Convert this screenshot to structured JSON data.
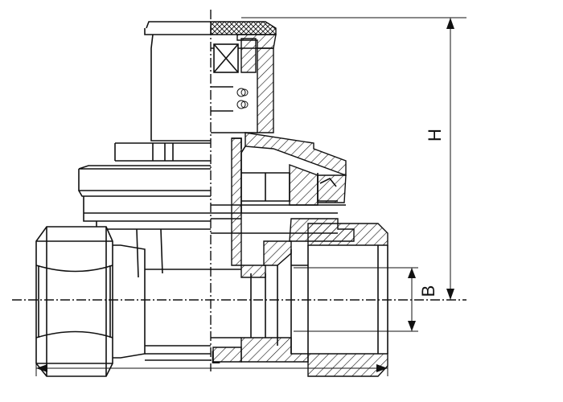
{
  "dimensions": {
    "height_label": "H",
    "bore_label": "B",
    "length_label": "L"
  }
}
